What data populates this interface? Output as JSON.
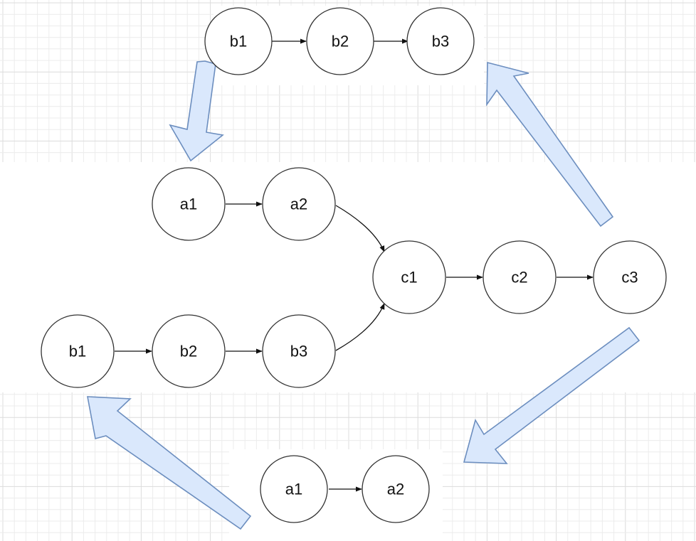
{
  "colors": {
    "background": "#ffffff",
    "grid_minor": "#ececec",
    "grid_major": "#dcdcdc",
    "node_fill": "#ffffff",
    "node_stroke": "#333333",
    "edge": "#111111",
    "flow_arrow_fill": "#dae8fc",
    "flow_arrow_stroke": "#6c8ebf"
  },
  "nodes": {
    "top_b1": "b1",
    "top_b2": "b2",
    "top_b3": "b3",
    "mid_a1": "a1",
    "mid_a2": "a2",
    "mid_b1": "b1",
    "mid_b2": "b2",
    "mid_b3": "b3",
    "mid_c1": "c1",
    "mid_c2": "c2",
    "mid_c3": "c3",
    "bot_a1": "a1",
    "bot_a2": "a2"
  }
}
